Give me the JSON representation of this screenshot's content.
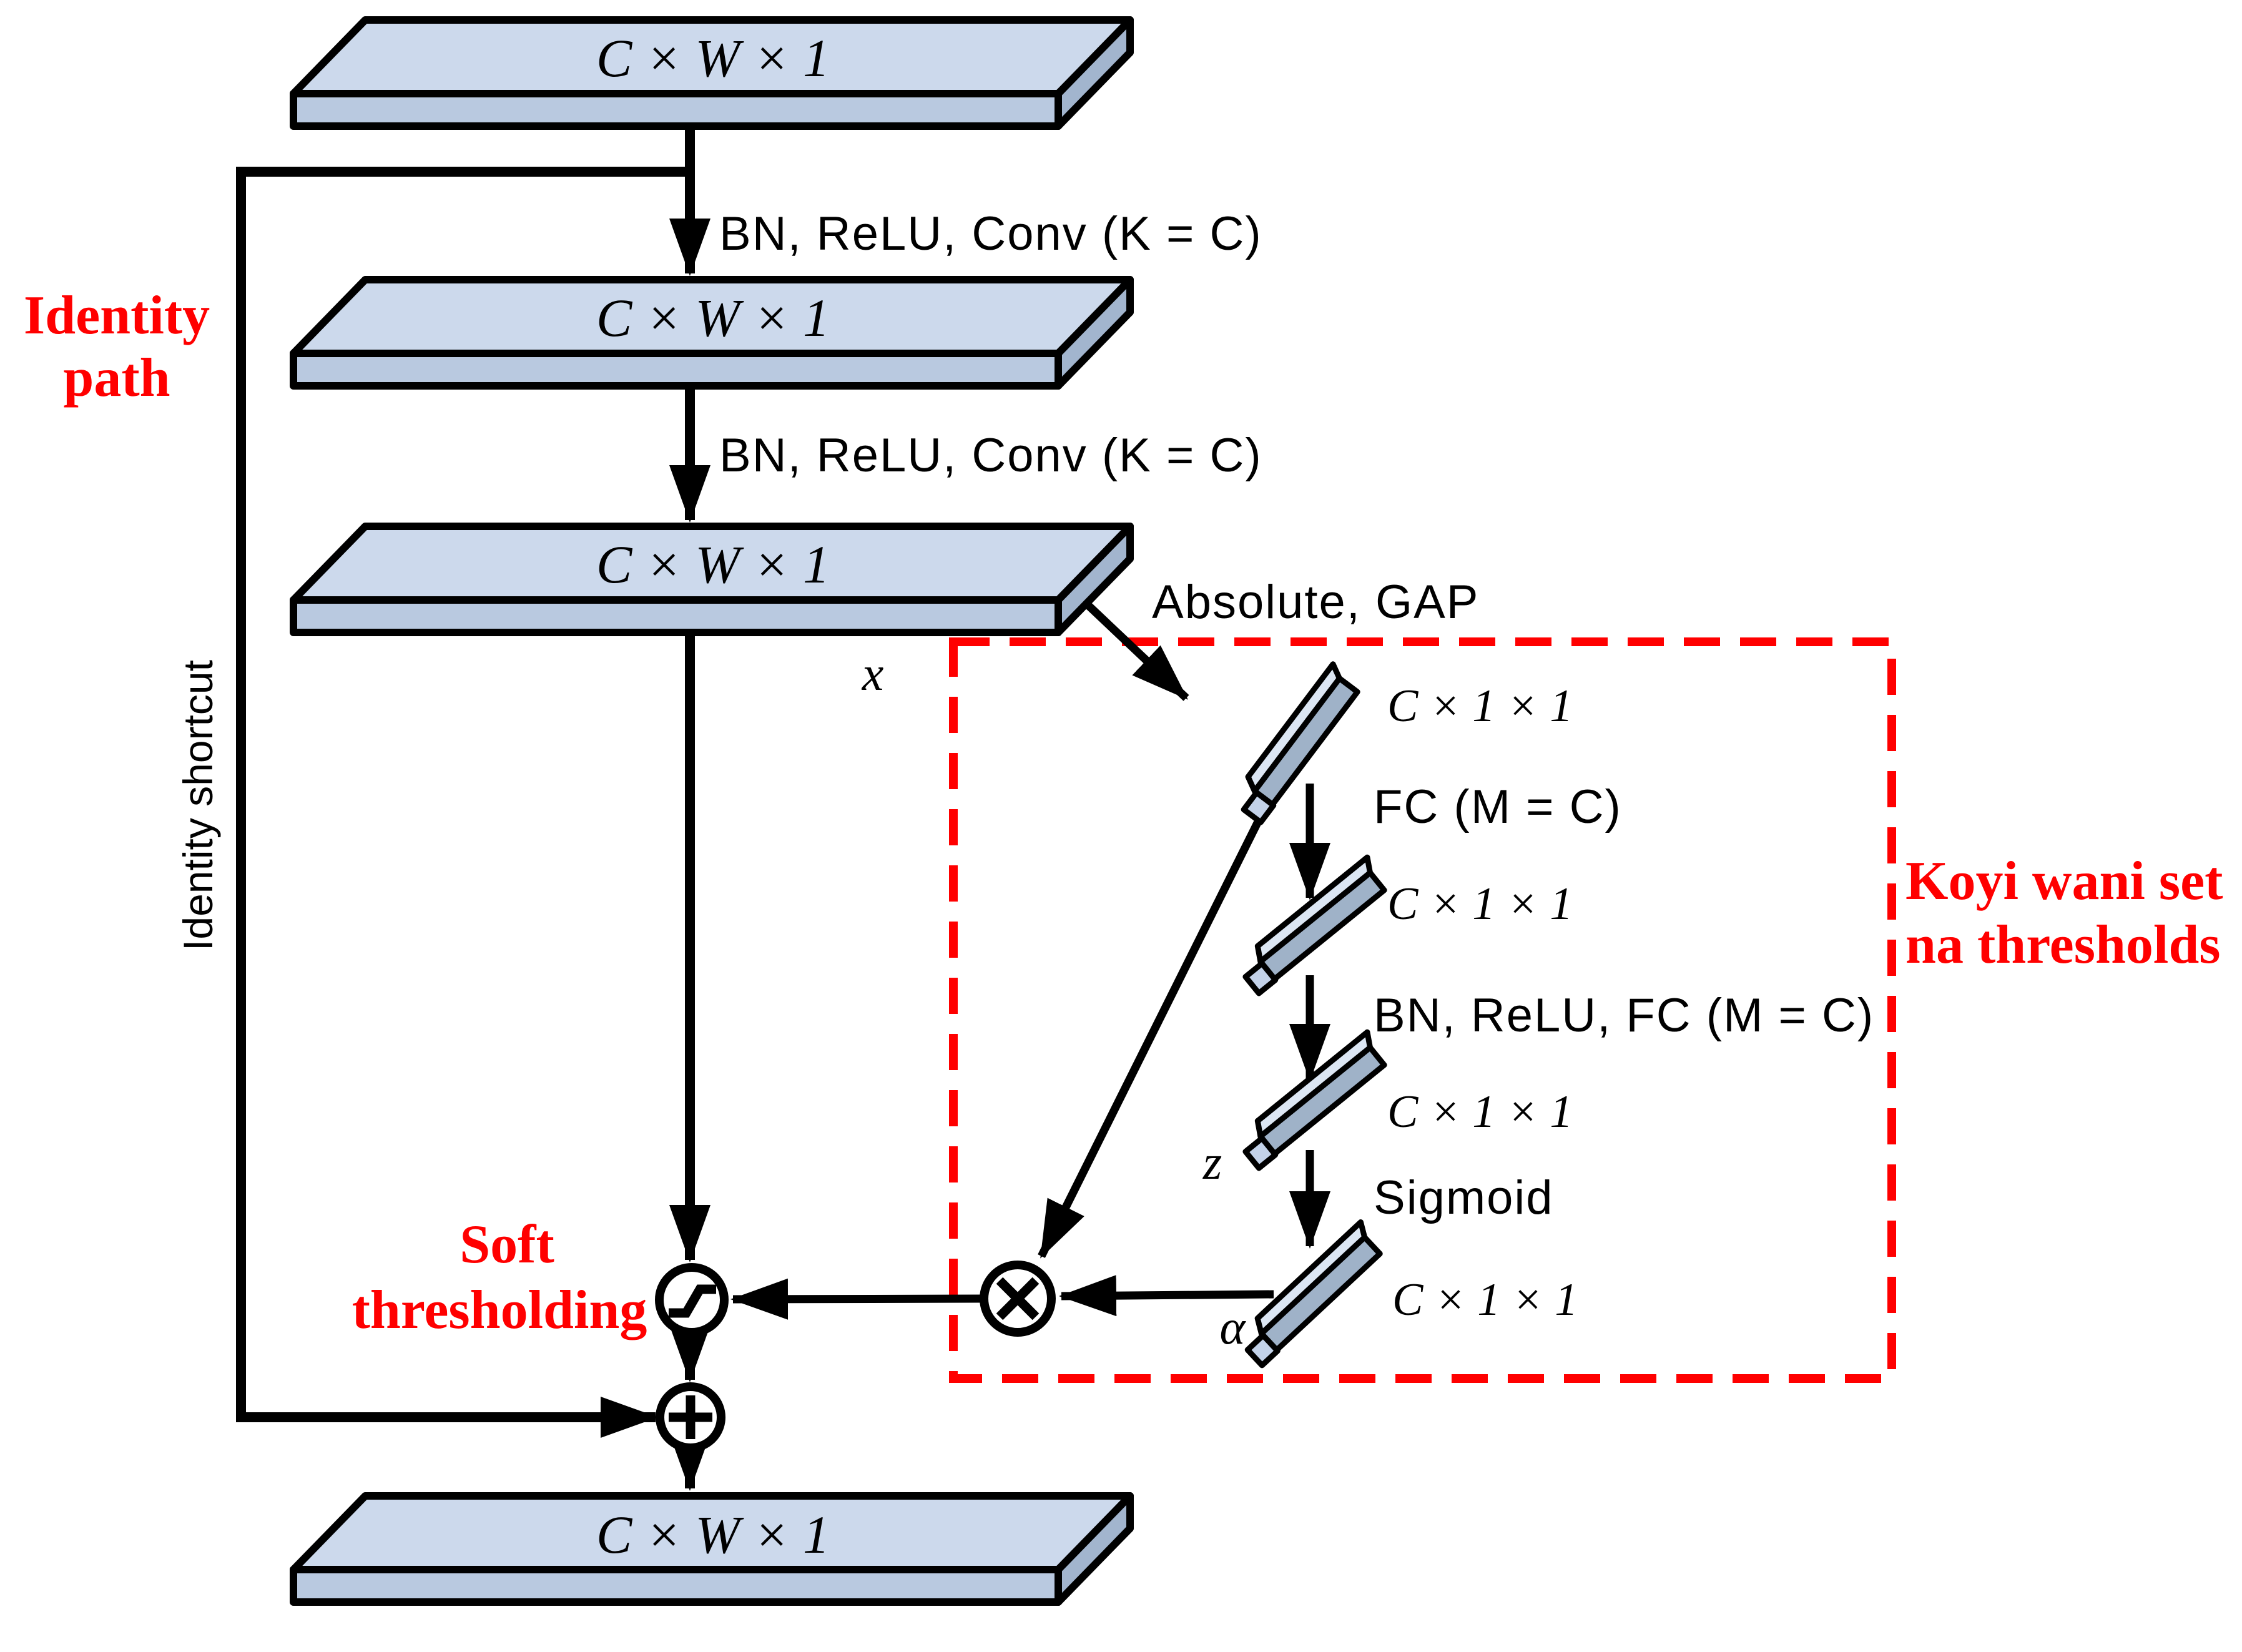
{
  "diagram": {
    "type": "neural-network-block-diagram",
    "labels": {
      "slab": "C × W × 1",
      "block": "C × 1 × 1",
      "conv1": "BN, ReLU, Conv (K = C)",
      "conv2": "BN, ReLU, Conv (K = C)",
      "gap": "Absolute, GAP",
      "fc1": "FC (M = C)",
      "fc2": "BN, ReLU, FC (M = C)",
      "sigmoid": "Sigmoid",
      "x": "x",
      "z": "z",
      "alpha": "α",
      "shortcut": "Identity shortcut"
    },
    "red_annotations": {
      "identity_line1": "Identity",
      "identity_line2": "path",
      "soft_line1": "Soft",
      "soft_line2": "thresholding",
      "note_line1": "Koyi wani set",
      "note_line2": "na thresholds"
    },
    "icons": {
      "soft_threshold_op": "circle-soft-threshold-curve",
      "multiply_op": "circle-cross",
      "add_op": "circle-plus"
    },
    "colors": {
      "annotation_red": "#ff0000",
      "slab_top": "#ccd9ec",
      "slab_front": "#b9c9e0",
      "slab_side": "#a2b5ce",
      "bar_top": "#dce6f3",
      "bar_front": "#9fb2c8",
      "bar_cap": "#c3d2e9",
      "line": "#000000",
      "background": "#ffffff"
    }
  }
}
